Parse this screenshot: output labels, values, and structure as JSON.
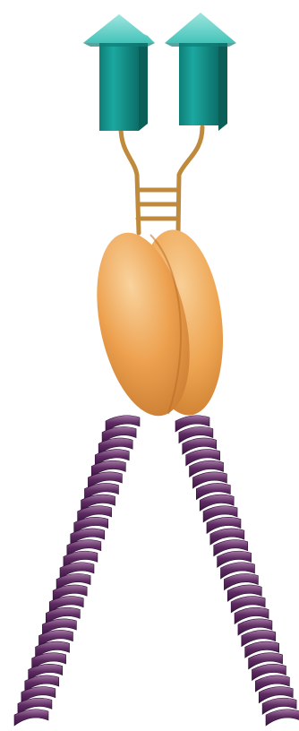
{
  "diagram": {
    "parts": [
      {
        "name": "beta-strand-arrow",
        "count": 2,
        "color": "#1ba8a0"
      },
      {
        "name": "linker-ladder",
        "rungs": 3,
        "color": "#c08a3c"
      },
      {
        "name": "globular-domain",
        "count": 2,
        "color": "#eb9f4c"
      },
      {
        "name": "alpha-helix-coil",
        "count": 2,
        "color": "#5a2a5e"
      }
    ],
    "colors": {
      "teal_light": "#6fd6cc",
      "teal": "#1ba8a0",
      "teal_dark": "#0c6e68",
      "linker": "#c08a3c",
      "blob_light": "#f6c98c",
      "blob": "#eb9f4c",
      "blob_dark": "#c57a2a",
      "helix": "#5a2a5e",
      "helix_light": "#9a6a9a",
      "helix_dark": "#3a1240"
    }
  }
}
